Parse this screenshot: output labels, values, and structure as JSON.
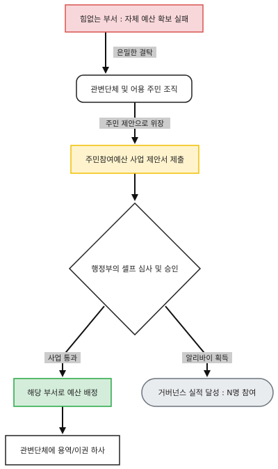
{
  "nodes": {
    "start": {
      "label": "힘없는 부서 : 자체 예산 확보 실패",
      "fill": "#f8d7da",
      "stroke": "#d9534f"
    },
    "collusion": {
      "label": "관변단체 및 어용 주민 조직",
      "fill": "#ffffff",
      "stroke": "#222222"
    },
    "proposal": {
      "label": "주민참여예산 사업 제안서 제출",
      "fill": "#fff3cd",
      "stroke": "#f0c000"
    },
    "review": {
      "label": "행정부의 셀프 심사 및 승인",
      "fill": "#ffffff",
      "stroke": "#222222"
    },
    "allocate": {
      "label": "해당 부서로 예산 배정",
      "fill": "#d4edda",
      "stroke": "#28a745"
    },
    "subcontract": {
      "label": "관변단체에 용역/이권 하사",
      "fill": "#ffffff",
      "stroke": "#222222"
    },
    "alibi": {
      "label": "거버넌스 실적 달성 : N명 참여",
      "fill": "#e9ecef",
      "stroke": "#6c757d"
    }
  },
  "edges": {
    "e1": {
      "label": "은밀한 결탁"
    },
    "e2": {
      "label": "주민 제안으로 위장"
    },
    "e3": {
      "label": ""
    },
    "e4": {
      "label": "사업 통과"
    },
    "e5": {
      "label": "알리바이 획득"
    },
    "e6": {
      "label": ""
    }
  },
  "colors": {
    "edge": "#111111",
    "edge_label_bg": "#cccccc"
  }
}
